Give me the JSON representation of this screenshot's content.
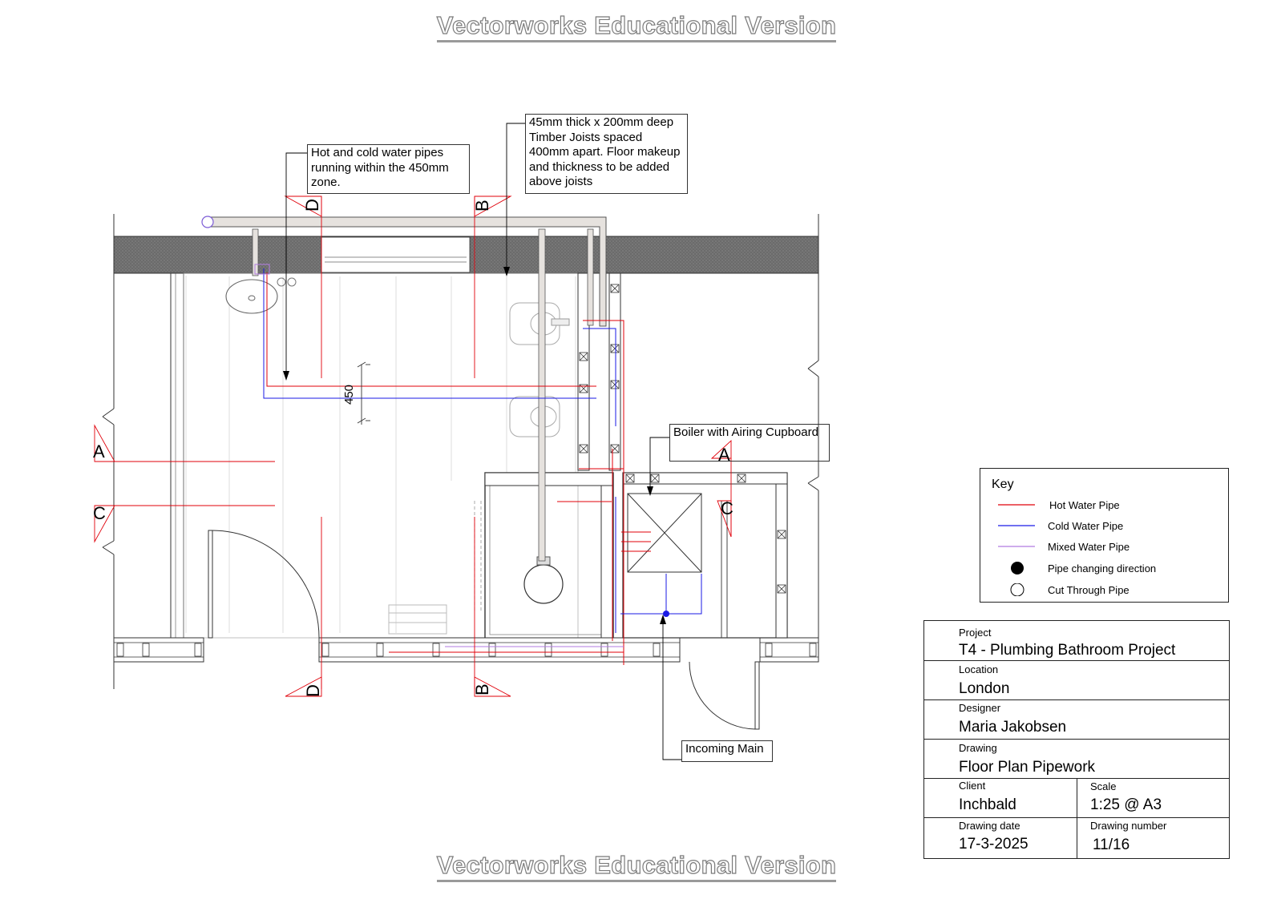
{
  "watermark": "Vectorworks Educational Version",
  "annotations": {
    "pipes_zone": "Hot and cold water pipes running within the 450mm zone.",
    "joists": "45mm thick x 200mm deep Timber Joists spaced 400mm apart. Floor makeup and thickness to be added above joists",
    "boiler": "Boiler with Airing Cupboard",
    "incoming_main": "Incoming Main",
    "dimension": "450"
  },
  "section_markers": {
    "a": "A",
    "b": "B",
    "c": "C",
    "d": "D"
  },
  "key": {
    "title": "Key",
    "items": [
      {
        "label": "Hot Water Pipe",
        "color": "#e0000a",
        "symbol": "line"
      },
      {
        "label": "Cold Water Pipe",
        "color": "#1a1ae6",
        "symbol": "line"
      },
      {
        "label": "Mixed Water Pipe",
        "color": "#b07ae0",
        "symbol": "line"
      },
      {
        "label": "Pipe changing direction",
        "color": "#000000",
        "symbol": "filled-circle"
      },
      {
        "label": "Cut Through Pipe",
        "color": "#000000",
        "symbol": "open-circle"
      }
    ]
  },
  "title_block": {
    "project_label": "Project",
    "project": "T4 - Plumbing Bathroom Project",
    "location_label": "Location",
    "location": "London",
    "designer_label": "Designer",
    "designer": "Maria Jakobsen",
    "drawing_label": "Drawing",
    "drawing": "Floor Plan Pipework",
    "client_label": "Client",
    "client": "Inchbald",
    "scale_label": "Scale",
    "scale": "1:25 @ A3",
    "date_label": "Drawing date",
    "date": "17-3-2025",
    "number_label": "Drawing number",
    "number": "11/16"
  },
  "colors": {
    "hot": "#e0000a",
    "cold": "#1a1ae6",
    "mixed": "#b07ae0",
    "wall_fill": "#555555",
    "duct": "#e6e2de"
  }
}
